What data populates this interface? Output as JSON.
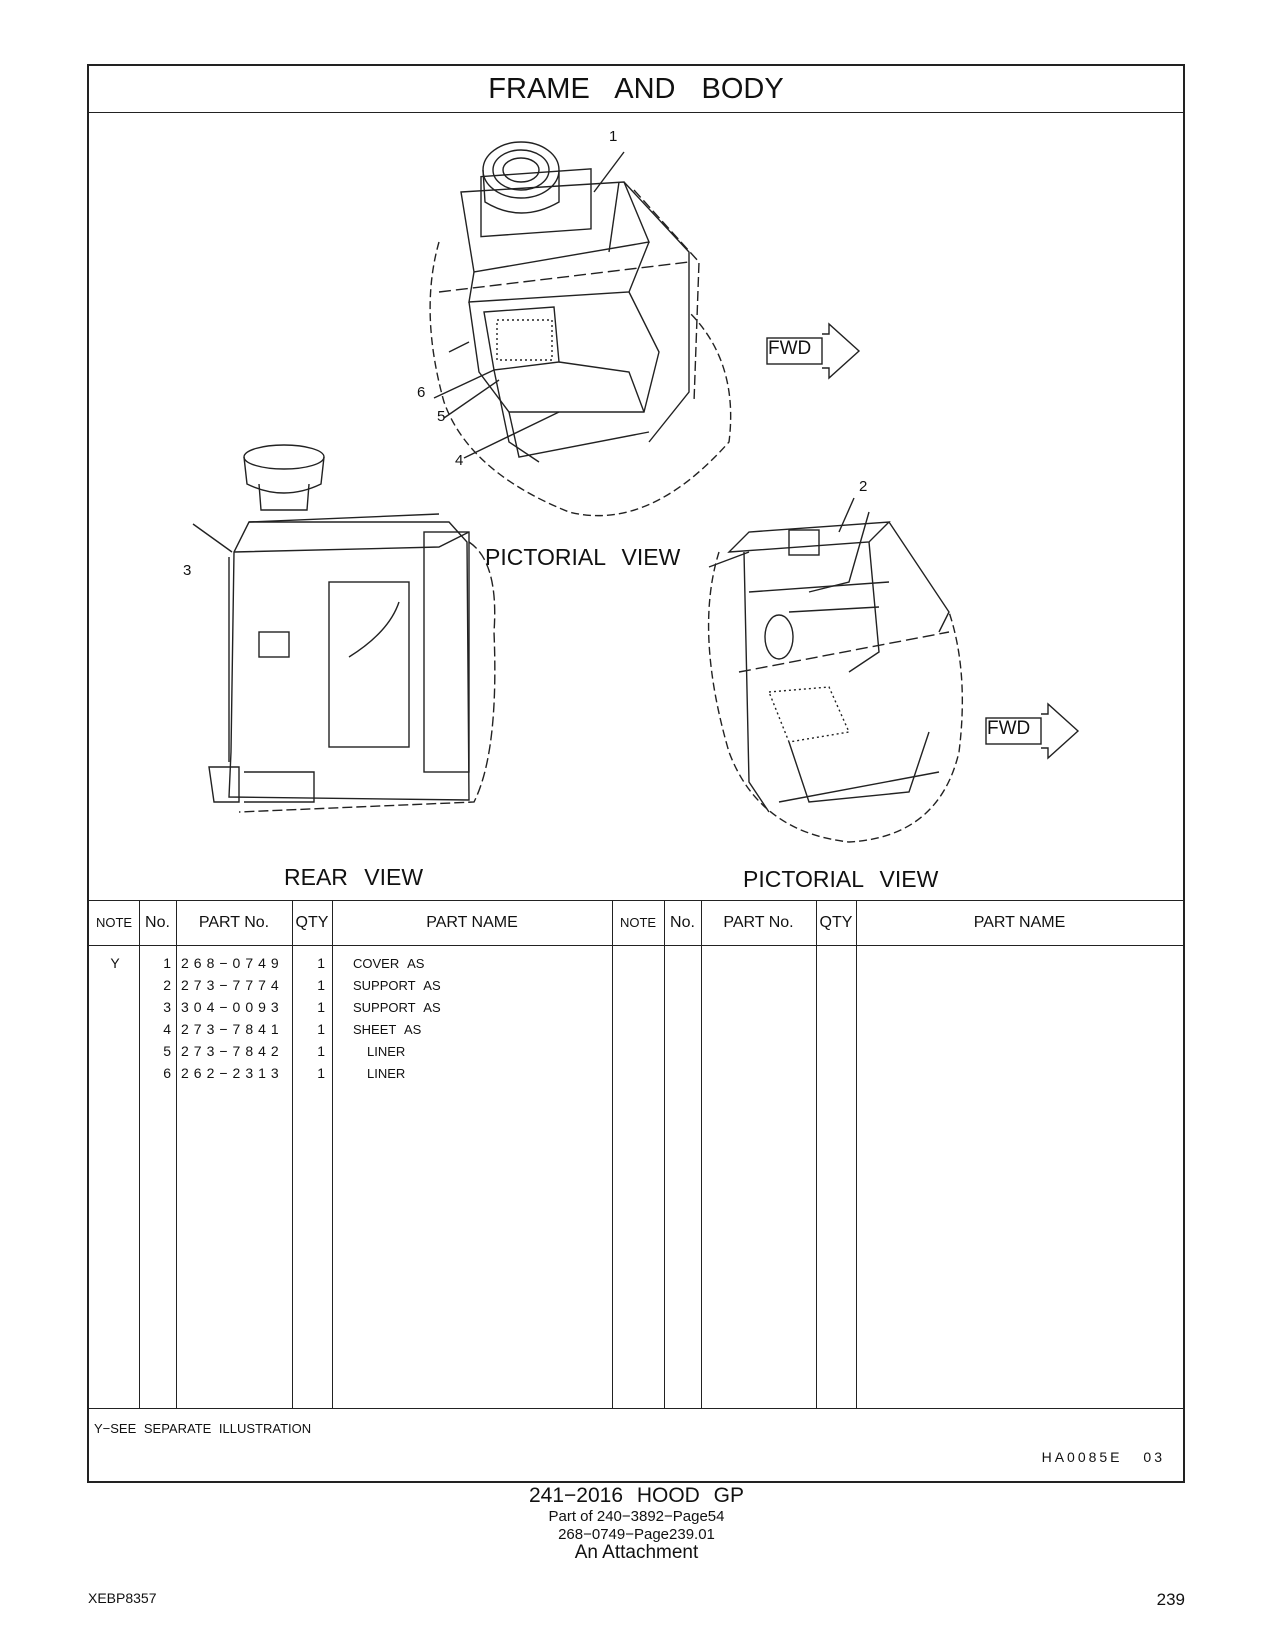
{
  "title": "FRAME AND BODY",
  "views": {
    "pictorial_top": "PICTORIAL VIEW",
    "rear": "REAR VIEW",
    "pictorial_bottom": "PICTORIAL VIEW",
    "fwd": "FWD"
  },
  "callouts": [
    "1",
    "2",
    "3",
    "4",
    "5",
    "6"
  ],
  "table": {
    "headers": [
      "NOTE",
      "No.",
      "PART No.",
      "QTY",
      "PART NAME",
      "NOTE",
      "No.",
      "PART No.",
      "QTY",
      "PART NAME"
    ],
    "rows": [
      {
        "note": "Y",
        "no": "1",
        "part": "268−0749",
        "qty": "1",
        "name": "COVER AS"
      },
      {
        "note": "",
        "no": "2",
        "part": "273−7774",
        "qty": "1",
        "name": "SUPPORT AS"
      },
      {
        "note": "",
        "no": "3",
        "part": "304−0093",
        "qty": "1",
        "name": "SUPPORT AS"
      },
      {
        "note": "",
        "no": "4",
        "part": "273−7841",
        "qty": "1",
        "name": "SHEET AS"
      },
      {
        "note": "",
        "no": "5",
        "part": "273−7842",
        "qty": "1",
        "name": "LINER"
      },
      {
        "note": "",
        "no": "6",
        "part": "262−2313",
        "qty": "1",
        "name": "LINER"
      }
    ]
  },
  "footnote": "Y−SEE SEPARATE ILLUSTRATION",
  "code": "HA0085E 03",
  "caption": {
    "line1": "241−2016 HOOD GP",
    "line2": "Part of 240−3892−Page54",
    "line3": "268−0749−Page239.01",
    "line4": "An Attachment"
  },
  "doc_number": "XEBP8357",
  "page_number": "239"
}
